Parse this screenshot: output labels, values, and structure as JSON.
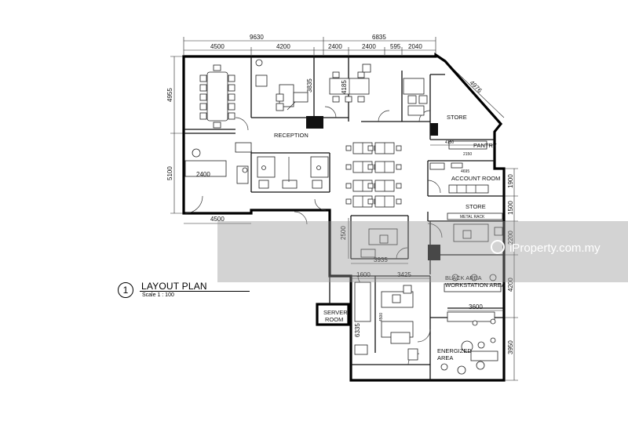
{
  "plan": {
    "title": "LAYOUT PLAN",
    "number": "1",
    "scale": "Scale 1 : 100"
  },
  "watermark": {
    "text": "iProperty.com.my"
  },
  "rooms": {
    "reception": "RECEPTION",
    "store_top": "STORE",
    "pantry": "PANTRY",
    "account_room": "ACCOUNT ROOM",
    "store_mid": "STORE",
    "metal_rack": "METAL RACK",
    "black_area_line1": "BLACK AREA",
    "black_area_line2": "WORKSTATION AREA",
    "server_line1": "SERVER",
    "server_line2": "ROOM",
    "energized_line1": "ENERGIZED",
    "energized_line2": "AREA"
  },
  "dimensions": {
    "top_total_left": "9630",
    "top_total_right": "6835",
    "top_4500": "4500",
    "top_4200": "4200",
    "top_2400a": "2400",
    "top_2400b": "2400",
    "top_595": "595",
    "top_2040": "2040",
    "diag_4976": "4976",
    "left_4955": "4955",
    "left_5100": "5100",
    "bottom_4500": "4500",
    "inner_2400": "2400",
    "inner_3835": "3835",
    "inner_4185": "4185",
    "inner_4150": "4150",
    "inner_2150": "2150",
    "inner_4695": "4695",
    "right_1900": "1900",
    "right_1500": "1500",
    "right_2200": "2200",
    "right_4200": "4200",
    "right_3950": "3950",
    "mid_2500": "2500",
    "mid_3935": "3935",
    "low_1600": "1600",
    "low_3425": "3425",
    "low_6335": "6335",
    "low_4500": "4500",
    "low_3600": "3600"
  }
}
